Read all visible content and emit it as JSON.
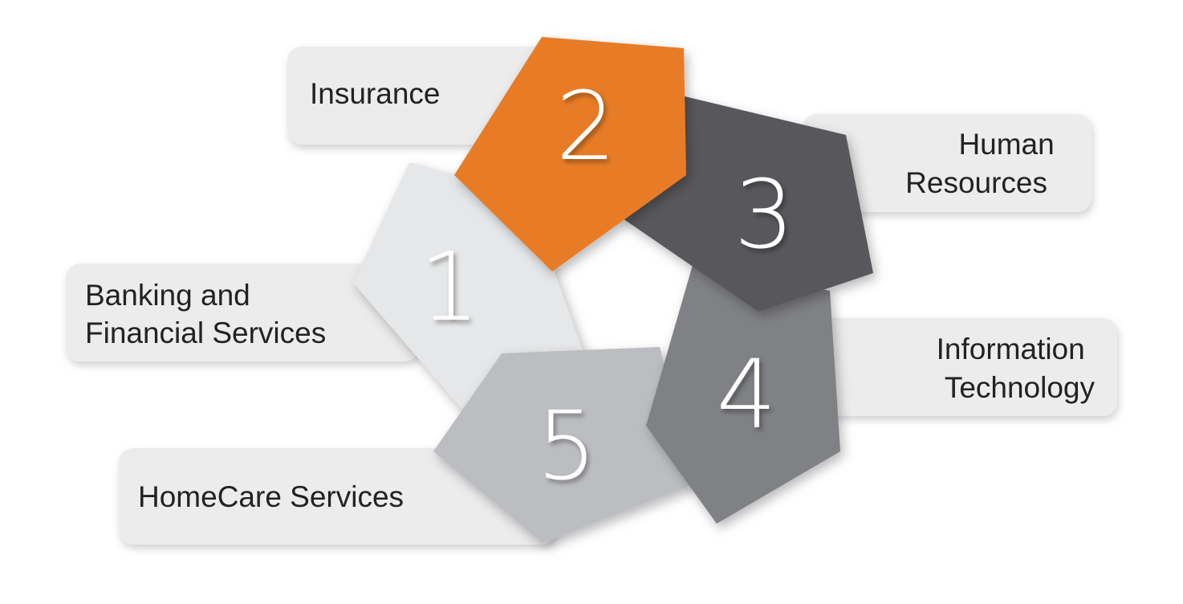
{
  "segments": [
    {
      "number": "1",
      "label_lines": [
        "Banking and",
        "Financial Services"
      ],
      "color": "#e6e7e8"
    },
    {
      "number": "2",
      "label_lines": [
        "Insurance"
      ],
      "color": "#e87b26"
    },
    {
      "number": "3",
      "label_lines": [
        "Human",
        "Resources"
      ],
      "color": "#58595b"
    },
    {
      "number": "4",
      "label_lines": [
        "Information",
        "Technology"
      ],
      "color": "#808184"
    },
    {
      "number": "5",
      "label_lines": [
        "HomeCare Services"
      ],
      "color": "#bcbdc0"
    }
  ],
  "colors": {
    "label_box": "#ececec",
    "label_text": "#222222",
    "number_text": "#ffffff"
  }
}
